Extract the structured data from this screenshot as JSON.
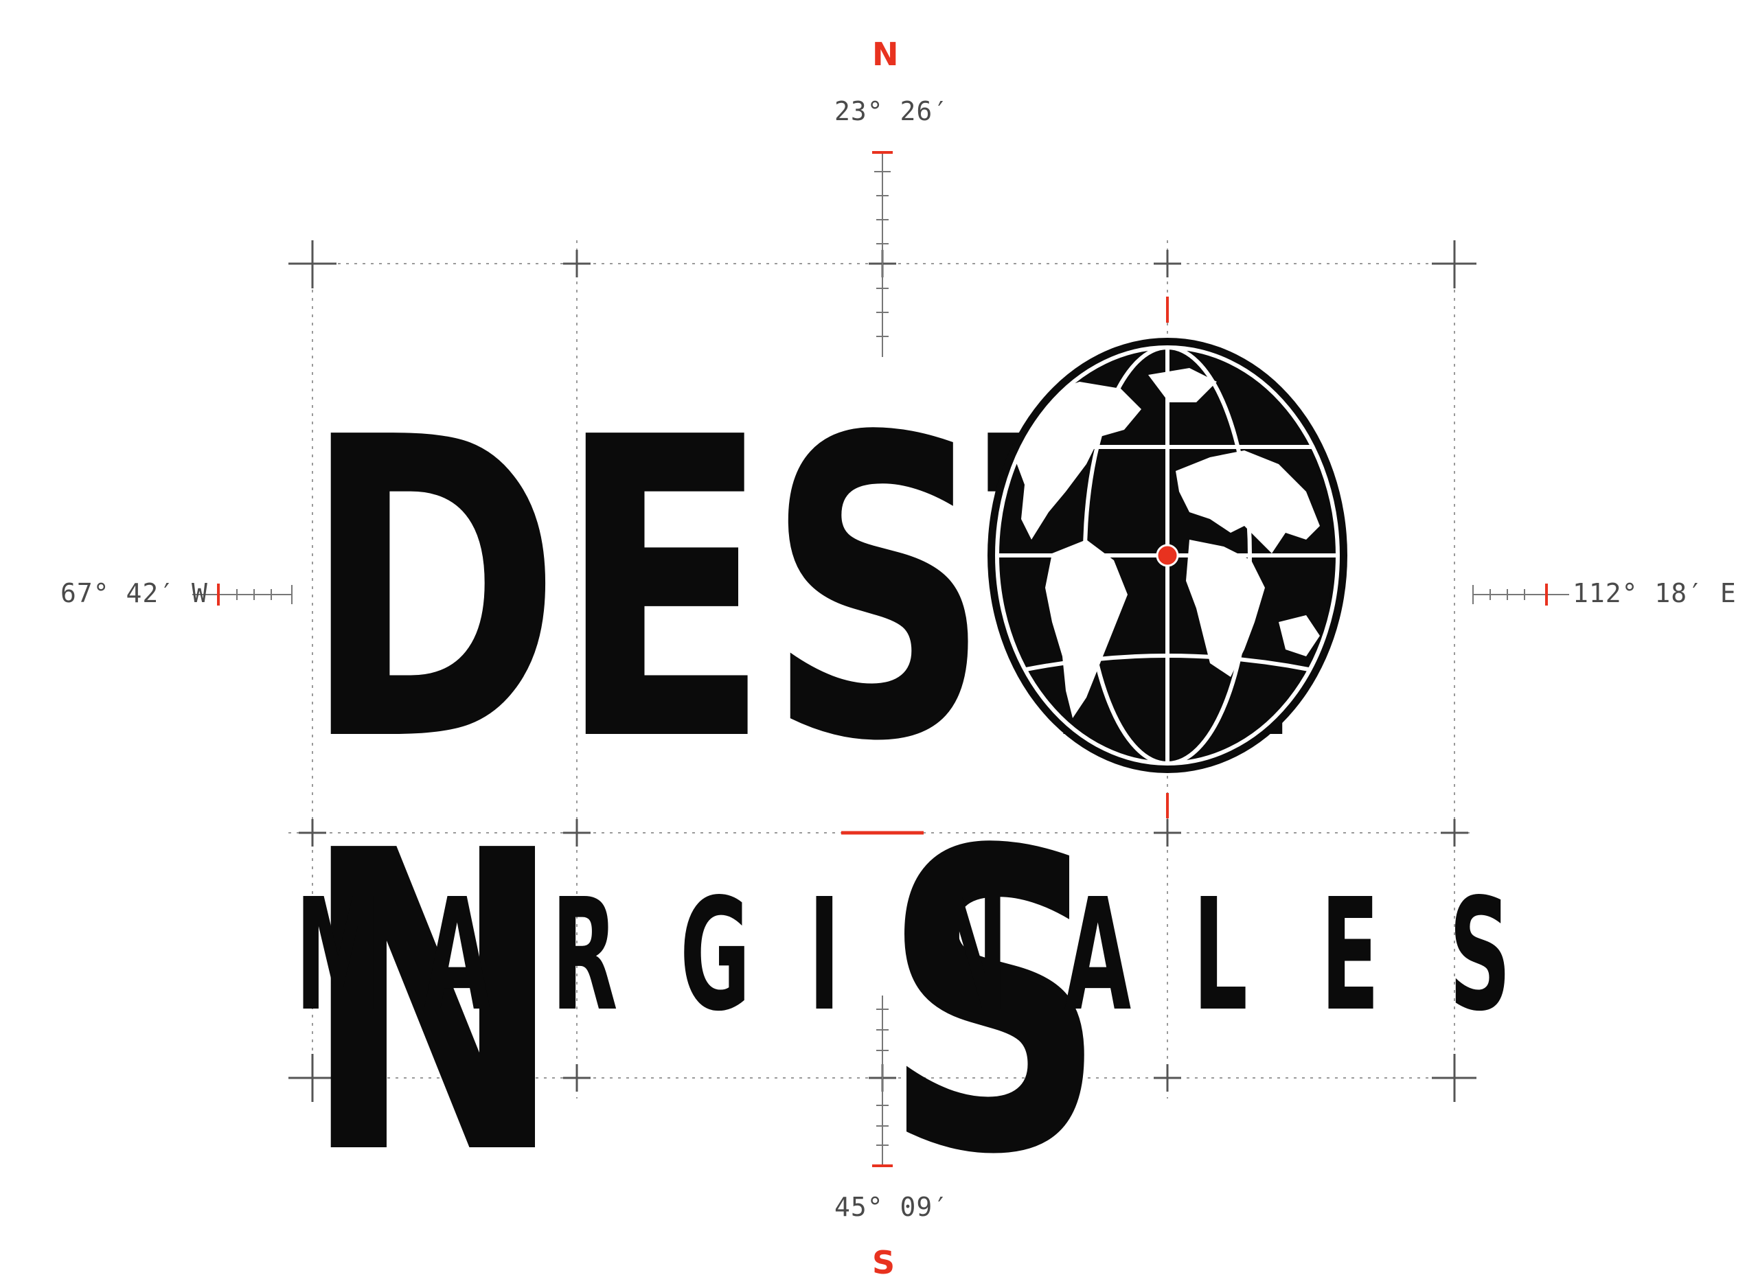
{
  "logo": {
    "title_letters": [
      "D",
      "E",
      "S",
      "T",
      "I",
      "N",
      "S"
    ],
    "subtitle_letters": [
      "M",
      "A",
      "R",
      "G",
      "I",
      "N",
      "A",
      "L",
      "E",
      "S"
    ]
  },
  "compass": {
    "north": {
      "label": "N",
      "coord": "23° 26′"
    },
    "south": {
      "label": "S",
      "coord": "45° 09′"
    },
    "west": {
      "coord": "67° 42′ W"
    },
    "east": {
      "coord": "112° 18′ E"
    }
  },
  "colors": {
    "ink": "#0b0b0b",
    "accent": "#e8321f",
    "guide": "#9a9a9a",
    "background": "#ffffff"
  },
  "icons": [
    "globe-icon",
    "location-dot-icon",
    "crosshair-marks"
  ]
}
